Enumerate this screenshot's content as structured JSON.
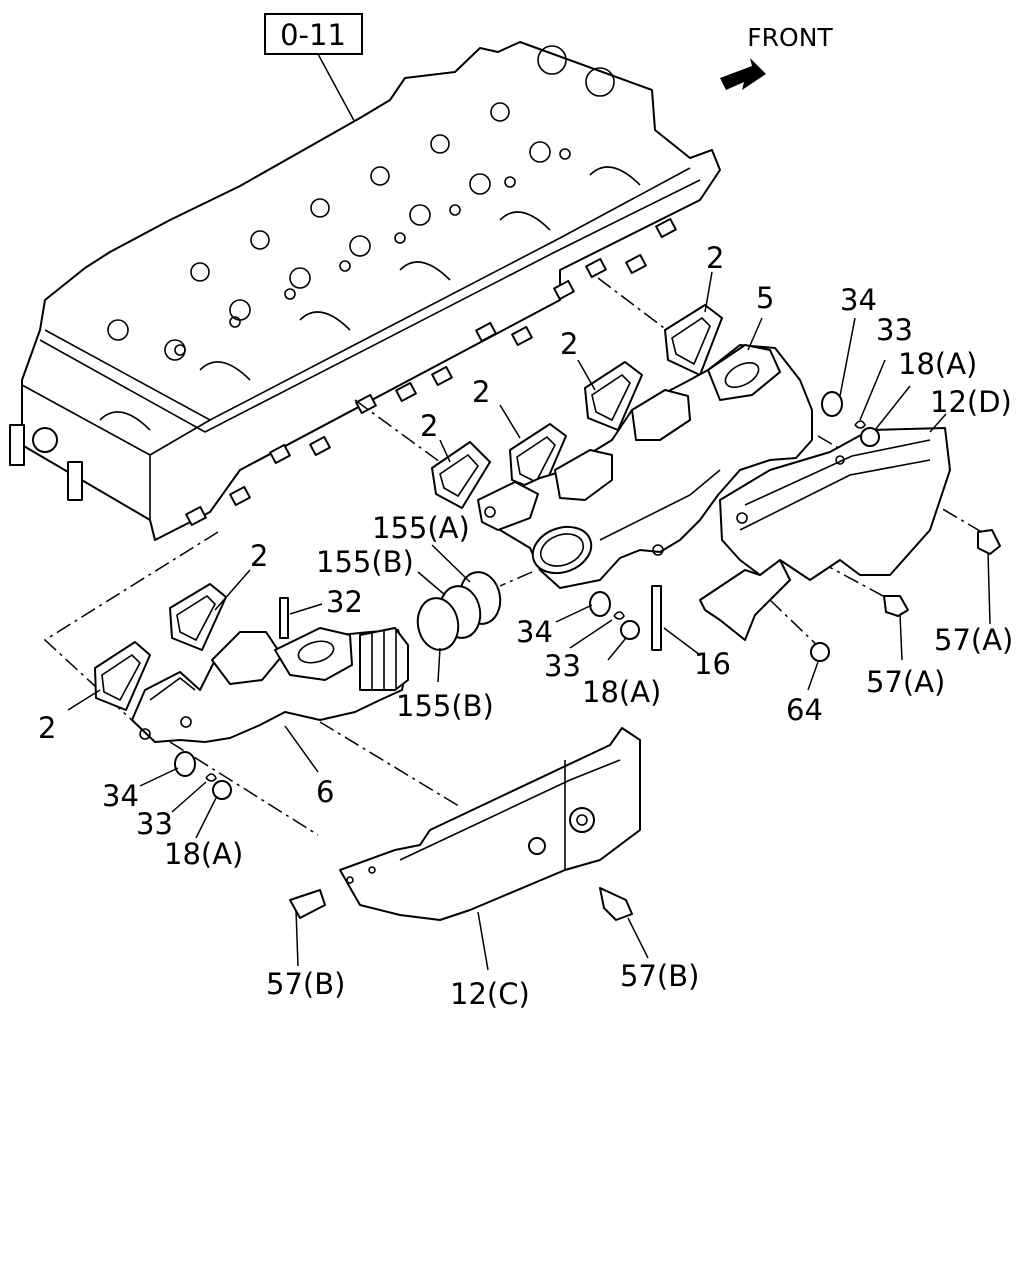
{
  "reference_box": "0-11",
  "direction": {
    "label": "FRONT",
    "icon": "front-arrow-icon"
  },
  "callouts": [
    {
      "id": "gasket-2-a",
      "text": "2"
    },
    {
      "id": "gasket-2-b",
      "text": "2"
    },
    {
      "id": "gasket-2-c",
      "text": "2"
    },
    {
      "id": "gasket-2-d",
      "text": "2"
    },
    {
      "id": "gasket-2-e",
      "text": "2"
    },
    {
      "id": "gasket-2-f",
      "text": "2"
    },
    {
      "id": "part-5",
      "text": "5"
    },
    {
      "id": "part-34-a",
      "text": "34"
    },
    {
      "id": "part-33-a",
      "text": "33"
    },
    {
      "id": "part-18a-a",
      "text": "18(A)"
    },
    {
      "id": "part-12d",
      "text": "12(D)"
    },
    {
      "id": "part-155a",
      "text": "155(A)"
    },
    {
      "id": "part-155b-a",
      "text": "155(B)"
    },
    {
      "id": "part-155b-b",
      "text": "155(B)"
    },
    {
      "id": "part-32",
      "text": "32"
    },
    {
      "id": "part-34-b",
      "text": "34"
    },
    {
      "id": "part-33-b",
      "text": "33"
    },
    {
      "id": "part-18a-b",
      "text": "18(A)"
    },
    {
      "id": "part-16",
      "text": "16"
    },
    {
      "id": "part-57a-a",
      "text": "57(A)"
    },
    {
      "id": "part-57a-b",
      "text": "57(A)"
    },
    {
      "id": "part-64",
      "text": "64"
    },
    {
      "id": "part-6",
      "text": "6"
    },
    {
      "id": "part-34-c",
      "text": "34"
    },
    {
      "id": "part-33-c",
      "text": "33"
    },
    {
      "id": "part-18a-c",
      "text": "18(A)"
    },
    {
      "id": "part-57b-a",
      "text": "57(B)"
    },
    {
      "id": "part-12c",
      "text": "12(C)"
    },
    {
      "id": "part-57b-b",
      "text": "57(B)"
    }
  ]
}
